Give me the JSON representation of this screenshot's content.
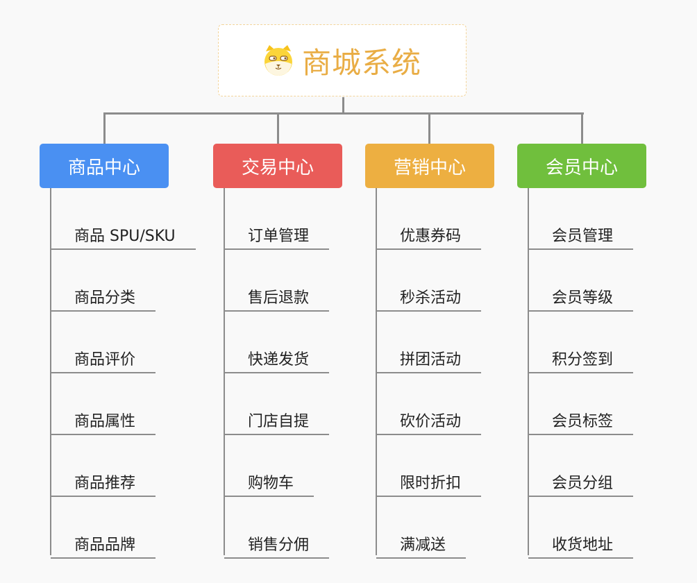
{
  "title": {
    "text": "商城系统",
    "icon": "shiba-dog-icon",
    "color": "#e9ad45"
  },
  "columns": [
    {
      "label": "商品中心",
      "color": "#4a90f2",
      "items": [
        "商品 SPU/SKU",
        "商品分类",
        "商品评价",
        "商品属性",
        "商品推荐",
        "商品品牌"
      ]
    },
    {
      "label": "交易中心",
      "color": "#e95c59",
      "items": [
        "订单管理",
        "售后退款",
        "快递发货",
        "门店自提",
        "购物车",
        "销售分佣"
      ]
    },
    {
      "label": "营销中心",
      "color": "#edaf41",
      "items": [
        "优惠券码",
        "秒杀活动",
        "拼团活动",
        "砍价活动",
        "限时折扣",
        "满减送"
      ]
    },
    {
      "label": "会员中心",
      "color": "#70bf3d",
      "items": [
        "会员管理",
        "会员等级",
        "积分签到",
        "会员标签",
        "会员分组",
        "收货地址"
      ]
    }
  ]
}
